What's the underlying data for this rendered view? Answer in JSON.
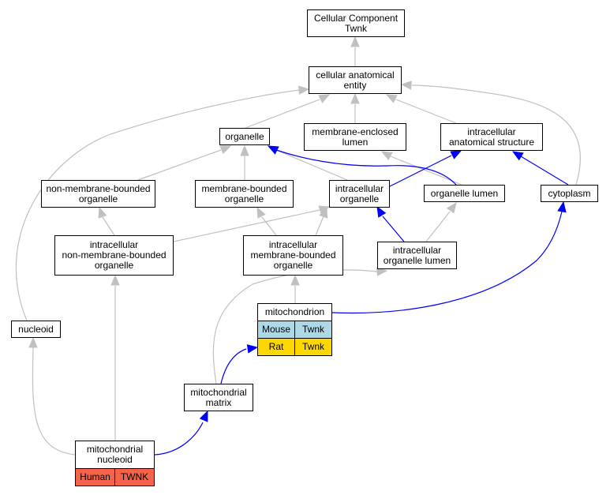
{
  "colors": {
    "edge_gray": "#c0c0c0",
    "edge_blue": "#0000ff",
    "mouse_bg": "#add8e6",
    "rat_bg": "#ffd700",
    "human_bg": "#f4634a"
  },
  "nodes": {
    "root": {
      "lines": [
        "Cellular Component",
        "Twnk"
      ]
    },
    "cae": {
      "lines": [
        "cellular anatomical",
        "entity"
      ]
    },
    "organelle": {
      "lines": [
        "organelle"
      ]
    },
    "mel": {
      "lines": [
        "membrane-enclosed",
        "lumen"
      ]
    },
    "ias": {
      "lines": [
        "intracellular",
        "anatomical structure"
      ]
    },
    "nmbo": {
      "lines": [
        "non-membrane-bounded",
        "organelle"
      ]
    },
    "mbo": {
      "lines": [
        "membrane-bounded",
        "organelle"
      ]
    },
    "io": {
      "lines": [
        "intracellular",
        "organelle"
      ]
    },
    "ol": {
      "lines": [
        "organelle lumen"
      ]
    },
    "cyto": {
      "lines": [
        "cytoplasm"
      ]
    },
    "inmbo": {
      "lines": [
        "intracellular",
        "non-membrane-bounded",
        "organelle"
      ]
    },
    "imbo": {
      "lines": [
        "intracellular",
        "membrane-bounded",
        "organelle"
      ]
    },
    "iol": {
      "lines": [
        "intracellular",
        "organelle lumen"
      ]
    },
    "nucleoid": {
      "lines": [
        "nucleoid"
      ]
    },
    "mito": {
      "lines": [
        "mitochondrion"
      ],
      "rows": [
        [
          "Mouse",
          "Twnk"
        ],
        [
          "Rat",
          "Twnk"
        ]
      ]
    },
    "mm": {
      "lines": [
        "mitochondrial",
        "matrix"
      ]
    },
    "mn": {
      "lines": [
        "mitochondrial",
        "nucleoid"
      ],
      "rows": [
        [
          "Human",
          "TWNK"
        ]
      ]
    }
  }
}
